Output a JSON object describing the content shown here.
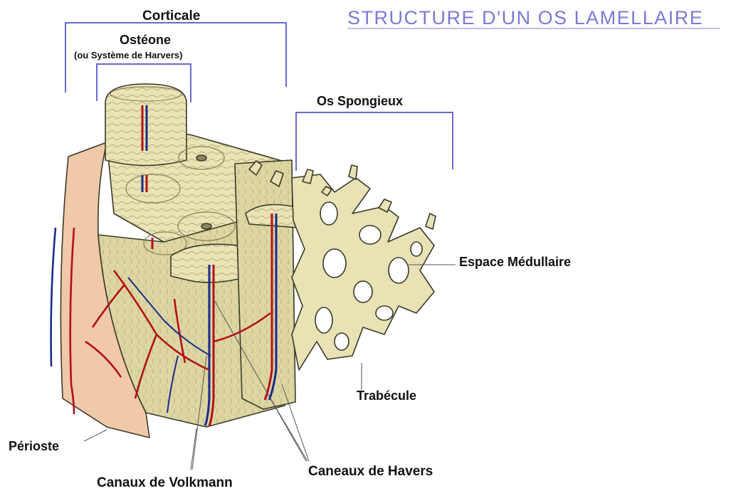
{
  "title": "STRUCTURE D'UN OS LAMELLAIRE",
  "labels": {
    "corticale": "Corticale",
    "osteone": "Ostéone",
    "osteone_sub": "(ou Système de Harvers)",
    "os_spongieux": "Os Spongieux",
    "espace_medullaire": "Espace Médullaire",
    "trabecule": "Trabécule",
    "perioste": "Périoste",
    "canaux_volkmann": "Canaux de Volkmann",
    "canaux_havers": "Caneaux de Havers"
  },
  "colors": {
    "title": "#7a7ad8",
    "bracket": "#6a6ad0",
    "bone": "#e8e2b4",
    "bone_side": "#ddd6a3",
    "bone_outline": "#3a3a2a",
    "periosteum": "#f0c9a8",
    "artery": "#b3101a",
    "vein": "#1b2a8c",
    "leader": "#555555"
  }
}
